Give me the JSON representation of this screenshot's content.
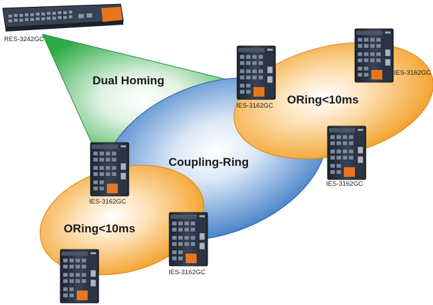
{
  "labels": {
    "rack_switch": "RES-3242GC",
    "dual_homing": "Dual Homing",
    "coupling_ring": "Coupling-Ring",
    "oring_top": "ORing<10ms",
    "oring_bottom": "ORing<10ms",
    "switch_top_left": "IES-3162GC",
    "switch_top_right": "IES-3162GC",
    "switch_mid_right": "IES-3162GC",
    "switch_mid_left": "IES-3162GC",
    "switch_bottom_mid": "IES-3162GC"
  },
  "colors": {
    "green_triangle": "#2eac48",
    "blue_ellipse": "#2f72c2",
    "orange_ellipse": "#f29a1c",
    "device_body": "#2a3140",
    "device_accent": "#e8761e"
  },
  "icons": {
    "rack_switch": "rack-switch-icon",
    "din_switch": "industrial-switch-icon"
  }
}
